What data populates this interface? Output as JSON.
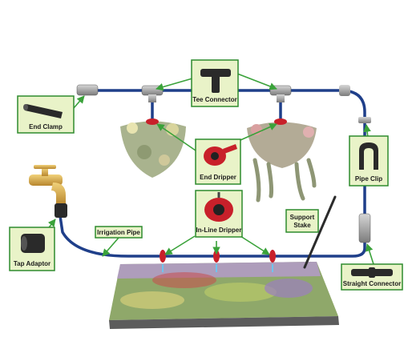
{
  "labels": {
    "tee_connector": "Tee Connector",
    "end_clamp": "End Clamp",
    "end_dripper": "End Dripper",
    "in_line_dripper": "In-Line Dripper",
    "pipe_clip": "Pipe Clip",
    "support_stake_line1": "Support",
    "support_stake_line2": "Stake",
    "irrigation_pipe": "Irrigation Pipe",
    "tap_adaptor": "Tap Adaptor",
    "straight_connector": "Straight Connector"
  },
  "colors": {
    "pipe": "#1f3f8a",
    "label_box_fill": "#e9f3c8",
    "label_box_border": "#2e8b2e",
    "arrow": "#3aa23a",
    "dripper_red": "#c8202a",
    "connector_grey": "#9a9a9a"
  }
}
